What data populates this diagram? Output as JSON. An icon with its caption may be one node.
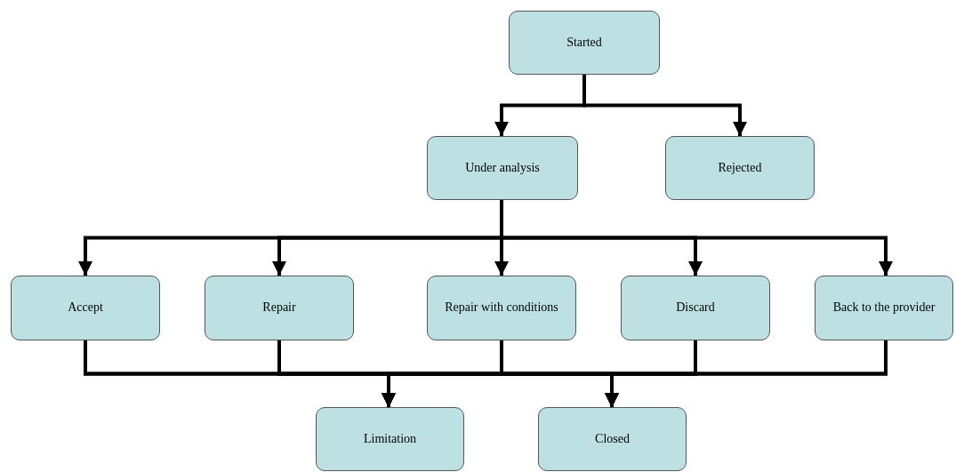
{
  "diagram": {
    "nodes": [
      {
        "text": [
          "Started"
        ]
      },
      {
        "text": [
          "Under analysis"
        ]
      },
      {
        "text": [
          "Rejected"
        ]
      },
      {
        "text": [
          "Accept"
        ]
      },
      {
        "text": [
          "Repair"
        ]
      },
      {
        "text": [
          "Repair with conditions"
        ]
      },
      {
        "text": [
          "Discard"
        ]
      },
      {
        "text": [
          "Back to the provider"
        ]
      },
      {
        "text": [
          "Limitation"
        ]
      },
      {
        "text": [
          "Closed"
        ]
      }
    ],
    "edges": [
      {
        "from": 0,
        "to": 1,
        "arrow": "to"
      },
      {
        "from": 0,
        "to": 2,
        "arrow": "to"
      },
      {
        "from": 1,
        "to": 3,
        "arrow": "to"
      },
      {
        "from": 1,
        "to": 4,
        "arrow": "to"
      },
      {
        "from": 1,
        "to": 5,
        "arrow": "to"
      },
      {
        "from": 1,
        "to": 6,
        "arrow": "to"
      },
      {
        "from": 1,
        "to": 7,
        "arrow": "to"
      },
      {
        "from": 3,
        "to": 8,
        "arrow": "to"
      },
      {
        "from": 4,
        "to": 8,
        "arrow": "to"
      },
      {
        "from": 5,
        "to": 8,
        "arrow": "to"
      },
      {
        "from": 6,
        "to": 8,
        "arrow": "to"
      },
      {
        "from": 7,
        "to": 8,
        "arrow": "to"
      },
      {
        "from": 3,
        "to": 9,
        "arrow": "to"
      },
      {
        "from": 4,
        "to": 9,
        "arrow": "to"
      },
      {
        "from": 5,
        "to": 9,
        "arrow": "to"
      },
      {
        "from": 6,
        "to": 9,
        "arrow": "to"
      },
      {
        "from": 7,
        "to": 9,
        "arrow": "to"
      }
    ]
  }
}
